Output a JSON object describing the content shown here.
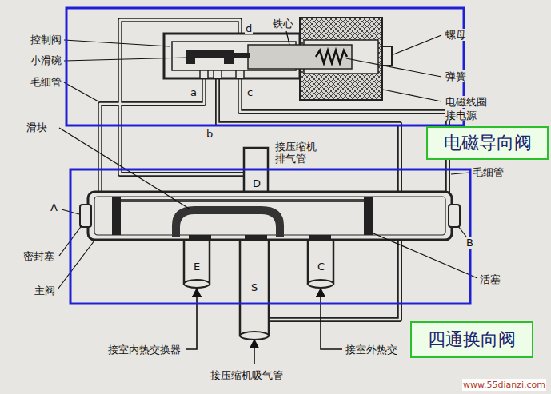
{
  "diagram": {
    "nodes": [
      {
        "text": [
          "电磁导向阀"
        ]
      },
      {
        "text": [
          "四通换向阀"
        ]
      }
    ],
    "labels": [
      "铁心",
      "控制阀",
      "小滑碗",
      "毛细管",
      "d",
      "a",
      "c",
      "b",
      "螺母",
      "弹簧",
      "电磁线圈",
      "接电源",
      "滑块",
      "接压缩机 排气管",
      "D",
      "A",
      "密封塞",
      "主阀",
      "E",
      "S",
      "C",
      "B",
      "活塞",
      "毛细管",
      "接室内热交换器",
      "接室外热交",
      "接压缩机吸气管",
      "www.55dianzi.com"
    ]
  }
}
